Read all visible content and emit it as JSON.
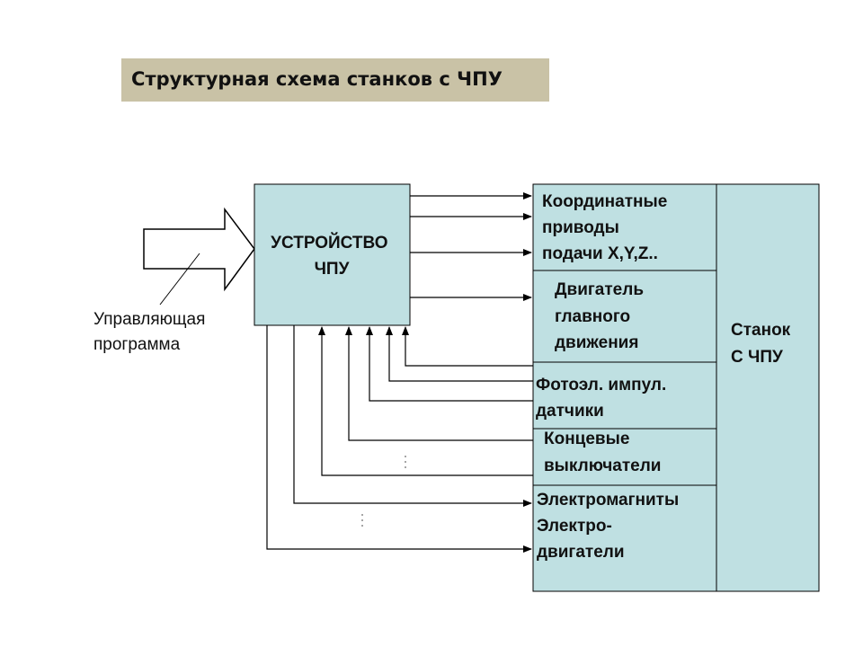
{
  "title": "Структурная схема станков с ЧПУ",
  "colors": {
    "box_fill": "#bfe0e2",
    "title_bg": "#c9c2a6",
    "line": "#000000"
  },
  "program_label": [
    "Управляющая",
    "программа"
  ],
  "cnc_device": [
    "УСТРОЙСТВО",
    "ЧПУ"
  ],
  "machine": [
    "Станок",
    "С ЧПУ"
  ],
  "blocks": [
    {
      "lines": [
        "Координатные",
        "приводы",
        "подачи  X,Y,Z.."
      ]
    },
    {
      "lines": [
        "Двигатель",
        "главного",
        "движения"
      ]
    },
    {
      "lines": [
        "Фотоэл. импул.",
        "датчики"
      ]
    },
    {
      "lines": [
        "Концевые",
        "выключатели"
      ]
    },
    {
      "lines": [
        "Электромагниты",
        "Электро-",
        "двигатели"
      ]
    }
  ]
}
